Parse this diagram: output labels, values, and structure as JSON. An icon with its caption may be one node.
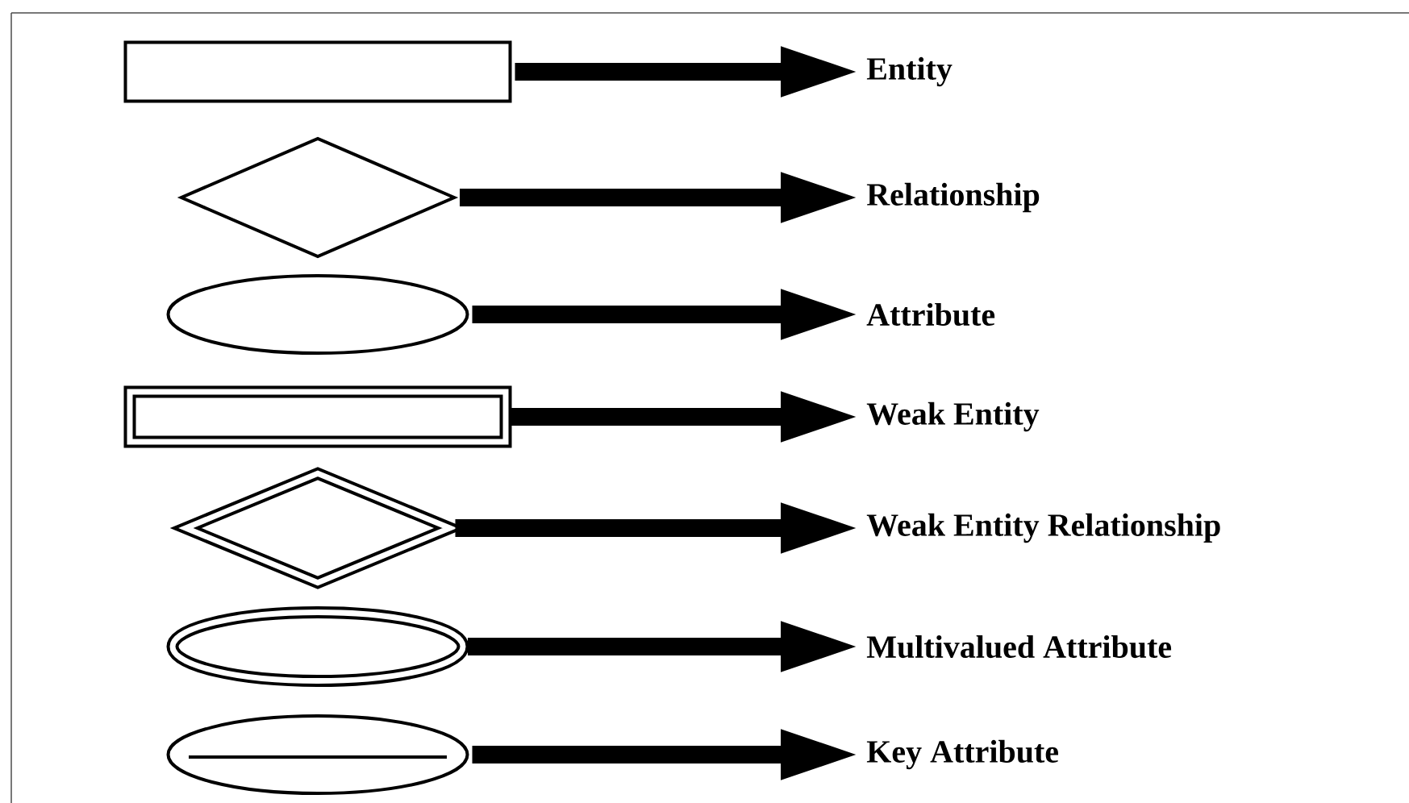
{
  "diagram": {
    "nodes": [
      {
        "text": [],
        "shape": "box"
      },
      {
        "text": [],
        "shape": "diamond"
      },
      {
        "text": [],
        "shape": "ellipse"
      },
      {
        "text": [],
        "shape": "double-box"
      },
      {
        "text": [],
        "shape": "double-diamond"
      },
      {
        "text": [],
        "shape": "double-ellipse"
      },
      {
        "text": [],
        "shape": "underlined-ellipse"
      },
      {
        "text": [
          "Entity"
        ]
      },
      {
        "text": [
          "Relationship"
        ]
      },
      {
        "text": [
          "Attribute"
        ]
      },
      {
        "text": [
          "Weak Entity"
        ]
      },
      {
        "text": [
          "Weak Entity Relationship"
        ]
      },
      {
        "text": [
          "Multivalued Attribute"
        ]
      },
      {
        "text": [
          "Key Attribute"
        ]
      }
    ],
    "edges": [
      {
        "from": 0,
        "to": 7,
        "arrow": "to"
      },
      {
        "from": 1,
        "to": 8,
        "arrow": "to"
      },
      {
        "from": 2,
        "to": 9,
        "arrow": "to"
      },
      {
        "from": 3,
        "to": 10,
        "arrow": "to"
      },
      {
        "from": 4,
        "to": 11,
        "arrow": "to"
      },
      {
        "from": 5,
        "to": 12,
        "arrow": "to"
      },
      {
        "from": 6,
        "to": 13,
        "arrow": "to"
      }
    ]
  }
}
